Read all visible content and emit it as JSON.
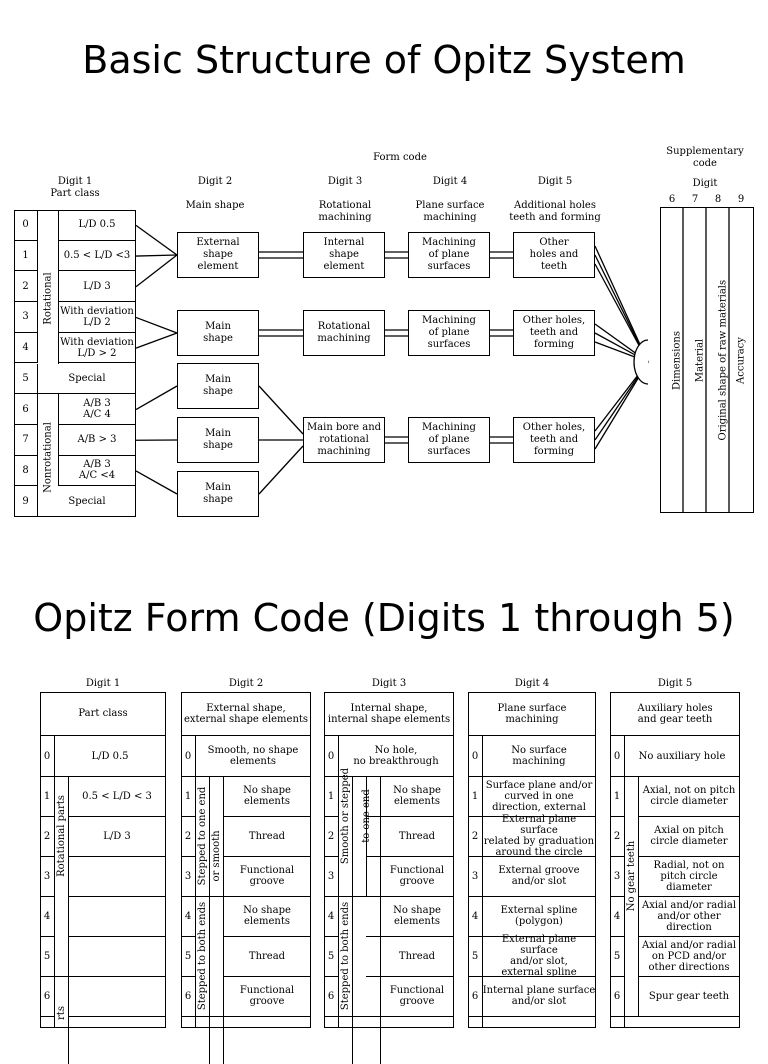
{
  "titles": {
    "top": "Basic Structure of Opitz System",
    "bottom": "Opitz Form Code (Digits 1 through 5)"
  },
  "diagram": {
    "form_code": "Form code",
    "supplementary": [
      "Supplementary",
      "code"
    ],
    "digit": "Digit",
    "supp_digits": [
      "6",
      "7",
      "8",
      "9"
    ],
    "supp_cols": [
      "Dimensions",
      "Material",
      "Original shape of raw materials",
      "Accuracy"
    ],
    "digit1_head": [
      "Digit 1",
      "Part class"
    ],
    "digit2_head": [
      "Digit 2",
      "Main shape"
    ],
    "digit3_head": [
      "Digit 3",
      "Rotational",
      "machining"
    ],
    "digit4_head": [
      "Digit 4",
      "Plane surface",
      "machining"
    ],
    "digit5_head": [
      "Digit 5",
      "Additional holes",
      "teeth and forming"
    ],
    "rows": [
      {
        "n": "0",
        "t": "L/D  0.5"
      },
      {
        "n": "1",
        "t": "0.5 < L/D <3"
      },
      {
        "n": "2",
        "t": "L/D  3"
      },
      {
        "n": "3",
        "t": "With deviation\nL/D  2"
      },
      {
        "n": "4",
        "t": "With deviation\nL/D > 2"
      },
      {
        "n": "5",
        "t": "Special"
      },
      {
        "n": "6",
        "t": "A/B  3\nA/C  4"
      },
      {
        "n": "7",
        "t": "A/B > 3"
      },
      {
        "n": "8",
        "t": "A/B  3\nA/C <4"
      },
      {
        "n": "9",
        "t": "Special"
      }
    ],
    "rotational": "Rotational",
    "nonrotational": "Nonrotational",
    "d2_boxes": [
      "External\nshape\nelement",
      "Main\nshape",
      "Main\nshape",
      "Main\nshape",
      "Main\nshape"
    ],
    "d3_boxes": [
      "Internal\nshape\nelement",
      "Rotational\nmachining",
      "Main bore and\nrotational\nmachining"
    ],
    "d4_boxes": [
      "Machining\nof plane\nsurfaces",
      "Machining\nof plane\nsurfaces",
      "Machining\nof plane\nsurfaces"
    ],
    "d5_boxes": [
      "Other\nholes and\nteeth",
      "Other holes,\nteeth and\nforming",
      "Other holes,\nteeth and\nforming"
    ]
  },
  "table": {
    "heads": [
      "Digit 1",
      "Digit 2",
      "Digit 3",
      "Digit 4",
      "Digit 5"
    ],
    "col_titles": [
      "Part class",
      "External shape,\nexternal shape elements",
      "Internal shape,\ninternal shape elements",
      "Plane surface\nmachining",
      "Auxiliary holes\nand gear teeth"
    ],
    "numbers": [
      "0",
      "1",
      "2",
      "3",
      "4",
      "5",
      "6"
    ],
    "d1": [
      "L/D  0.5",
      "0.5 < L/D < 3",
      "L/D  3",
      "",
      "",
      "",
      ""
    ],
    "d1_side": "Rotational parts",
    "d1_side_bottom": "rts",
    "d2_row0": "Smooth, no shape\nelements",
    "d2": [
      "No shape\nelements",
      "Thread",
      "Functional\ngroove",
      "No shape\nelements",
      "Thread",
      "Functional\ngroove"
    ],
    "d2_side1": "Stepped to one end",
    "d2_side1b": "or smooth",
    "d2_side2": "Stepped to both ends",
    "d3_row0": "No hole,\nno breakthrough",
    "d3": [
      "No shape\nelements",
      "Thread",
      "Functional\ngroove",
      "No shape\nelements",
      "Thread",
      "Functional\ngroove"
    ],
    "d3_side1": "Smooth or stepped",
    "d3_side1b": "to one end",
    "d3_side2": "Stepped to both ends",
    "d4": [
      "No surface\nmachining",
      "Surface plane and/or\ncurved in one\ndirection, external",
      "External plane surface\nrelated by graduation\naround the circle",
      "External groove\nand/or slot",
      "External spline\n(polygon)",
      "External plane surface\nand/or slot,\nexternal spline",
      "Internal plane surface\nand/or slot"
    ],
    "d5": [
      "No auxiliary hole",
      "Axial, not on pitch\ncircle diameter",
      "Axial on pitch\ncircle diameter",
      "Radial, not on\npitch circle\ndiameter",
      "Axial and/or radial\nand/or other\ndirection",
      "Axial and/or radial\non PCD and/or\nother directions",
      "Spur gear teeth"
    ],
    "d5_side": "No gear teeth"
  }
}
